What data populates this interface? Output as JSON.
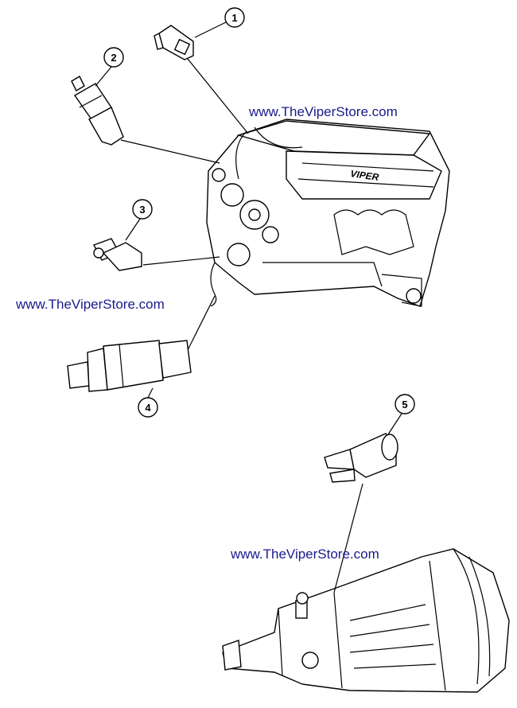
{
  "watermark": {
    "text_1": "www.TheViperStore.com",
    "text_2": "www.TheViperStore.com",
    "text_3": "www.TheViperStore.com",
    "color": "#1a1a8c"
  },
  "engine_logo": "VIPER",
  "callouts": [
    {
      "label": "1"
    },
    {
      "label": "2"
    },
    {
      "label": "3"
    },
    {
      "label": "4"
    },
    {
      "label": "5"
    }
  ]
}
